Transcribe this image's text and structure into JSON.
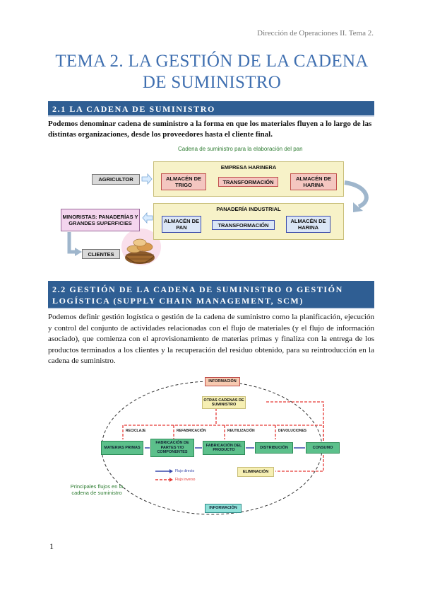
{
  "header": {
    "running_title": "Dirección de Operaciones II. Tema 2."
  },
  "title": {
    "line1": "TEMA 2. LA GESTIÓN DE LA CADENA",
    "line2": "DE SUMINISTRO"
  },
  "section1": {
    "heading": "2.1 LA CADENA DE SUMINISTRO",
    "paragraph": "Podemos denominar cadena de suministro a la forma en que los materiales fluyen a lo largo de las distintas organizaciones, desde los proveedores hasta el cliente final.",
    "diagram": {
      "title": "Cadena de suministro para la elaboración del pan",
      "agricultor": "AGRICULTOR",
      "harinera_label": "EMPRESA HARINERA",
      "almacen_trigo": "ALMACÉN DE TRIGO",
      "transformacion_1": "TRANSFORMACIÓN",
      "almacen_harina_1": "ALMACÉN DE HARINA",
      "panaderia_label": "PANADERÍA INDUSTRIAL",
      "almacen_pan": "ALMACÉN DE PAN",
      "transformacion_2": "TRANSFORMACIÓN",
      "almacen_harina_2": "ALMACÉN DE HARINA",
      "minoristas": "MINORISTAS: PANADERÍAS Y GRANDES SUPERFICIES",
      "clientes": "CLIENTES"
    }
  },
  "section2": {
    "heading_line1": "2.2 GESTIÓN DE LA CADENA DE SUMINISTRO O GESTIÓN",
    "heading_line2": "LOGÍSTICA (SUPPLY CHAIN MANAGEMENT, SCM)",
    "paragraph": "Podemos definir gestión logística o gestión de la cadena de suministro como la planificación, ejecución y control del conjunto de actividades relacionadas con el flujo de materiales (y el flujo de información asociado), que comienza con el aprovisionamiento de materias primas y finaliza con la entrega de los productos terminados a los clientes y la recuperación del residuo obtenido, para su reintroducción en la cadena de suministro.",
    "diagram": {
      "informacion_top": "INFORMACIÓN",
      "otras_cadenas": "OTRAS CADENAS DE SUMINISTRO",
      "reciclaje": "RECICLAJE",
      "refabricacion": "REFABRICACIÓN",
      "reutilizacion": "REUTILIZACIÓN",
      "devoluciones": "DEVOLUCIONES",
      "materias_primas": "MATERIAS PRIMAS",
      "fabricacion_partes": "FABRICACIÓN DE PARTES Y/O COMPONENTES",
      "fabricacion_producto": "FABRICACIÓN DEL PRODUCTO",
      "distribucion": "DISTRIBUCIÓN",
      "consumo": "CONSUMO",
      "eliminacion": "ELIMINACIÓN",
      "flujo_directo": "Flujo directo",
      "flujo_inverso": "Flujo inverso",
      "caption": "Principales flujos en la cadena de suministro",
      "informacion_bottom": "INFORMACIÓN"
    }
  },
  "footer": {
    "page_number": "1"
  },
  "colors": {
    "title_blue": "#3f6fb0",
    "section_bar": "#2f5e93",
    "accent_green": "#2e7d32",
    "flow_red": "#e53935",
    "flow_blue": "#3949ab"
  }
}
